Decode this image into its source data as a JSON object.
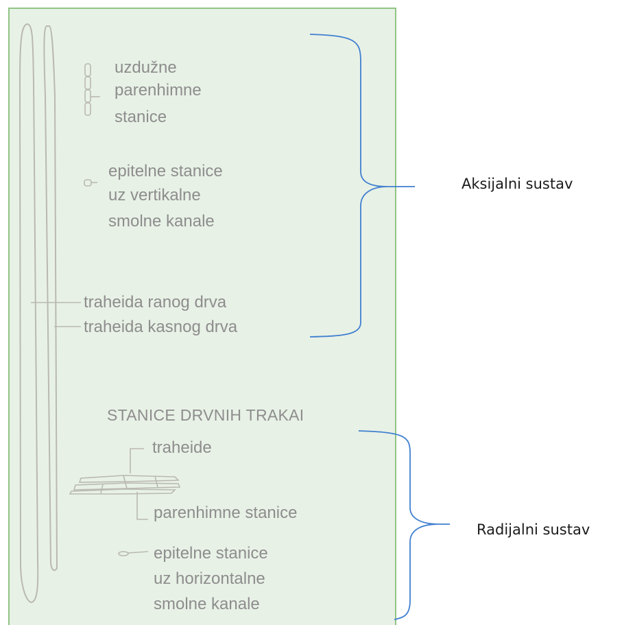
{
  "diagram": {
    "colors": {
      "panel_fill": "#e8f1e6",
      "panel_border": "#8fc482",
      "cell_stroke": "#b9b9b0",
      "text_gray": "#8d8d8d",
      "bracket_blue": "#3f7fd0",
      "system_text": "#1a1a1a"
    },
    "axial": {
      "uzduzne_line1": "uzdužne",
      "uzduzne_line2": "parenhimne",
      "uzduzne_line3": "stanice",
      "epitel_line1": "epitelne stanice",
      "epitel_line2": "uz vertikalne",
      "epitel_line3": "smolne kanale",
      "traheida_rano": "traheida ranog drva",
      "traheida_kasno": "traheida kasnog drva",
      "system_label": "Aksijalni sustav"
    },
    "radial": {
      "heading": "STANICE DRVNIH TRAKAI",
      "traheide": "traheide",
      "parenhimne": "parenhimne stanice",
      "epitel_line1": "epitelne stanice",
      "epitel_line2": "uz horizontalne",
      "epitel_line3": "smolne kanale",
      "system_label": "Radijalni sustav"
    }
  }
}
